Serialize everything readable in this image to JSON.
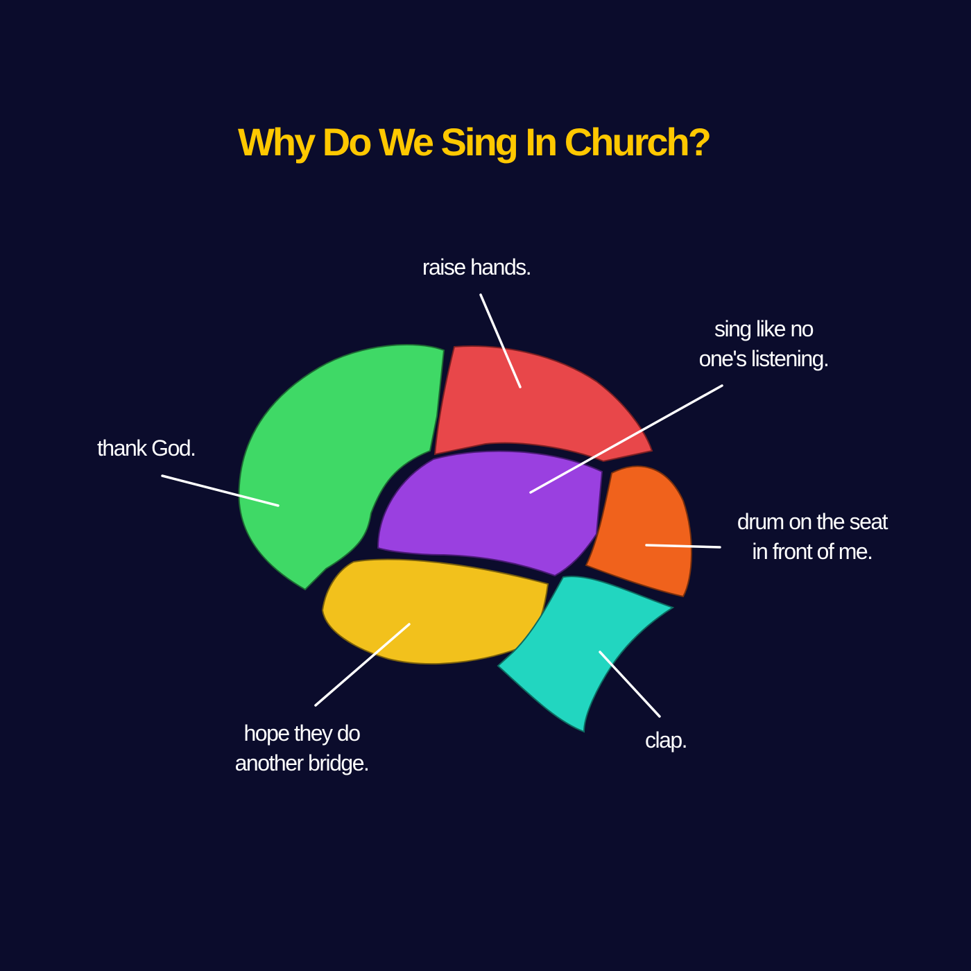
{
  "title": "Why Do We Sing In Church?",
  "colors": {
    "background": "#0b0c2c",
    "title": "#ffc800",
    "frontal": "#3fd966",
    "parietal": "#e8474a",
    "temporal_mid": "#9a40e0",
    "occipital": "#f0621c",
    "temporal_low": "#f2c11c",
    "cerebellum": "#22d6c0"
  },
  "labels": {
    "raise_hands": "raise hands.",
    "sing_1": "sing like no",
    "sing_2": "one's listening.",
    "thank": "thank God.",
    "drum_1": "drum on the seat",
    "drum_2": "in front of me.",
    "hope_1": "hope they do",
    "hope_2": "another bridge.",
    "clap": "clap."
  }
}
